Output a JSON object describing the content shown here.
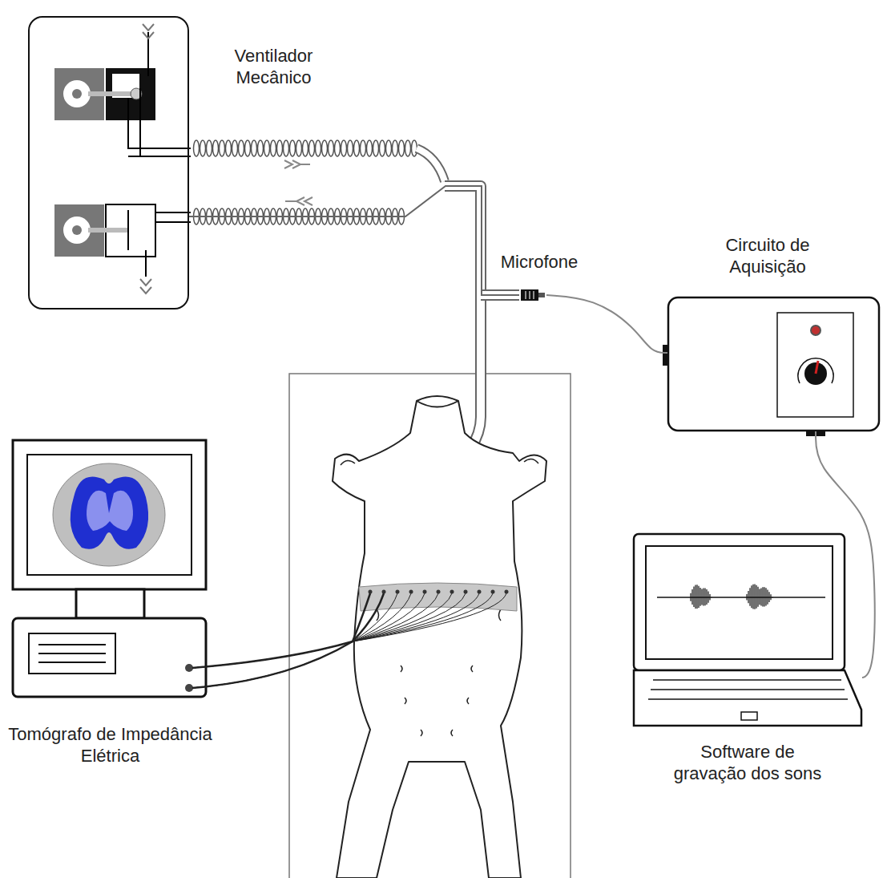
{
  "diagram": {
    "nodes": [
      {
        "text": [
          "Ventilador Mecânico"
        ]
      },
      {
        "text": [
          "Microfone"
        ]
      },
      {
        "text": [
          "Circuito de Aquisição"
        ]
      },
      {
        "text": [
          "Software de gravação dos sons"
        ]
      },
      {
        "text": [
          "Tomógrafo de Impedância Elétrica"
        ]
      }
    ],
    "edges": [
      {
        "from": 0,
        "to": 1,
        "arrow": "none"
      },
      {
        "from": 1,
        "to": 2,
        "arrow": "none"
      },
      {
        "from": 2,
        "to": 3,
        "arrow": "none"
      }
    ]
  }
}
